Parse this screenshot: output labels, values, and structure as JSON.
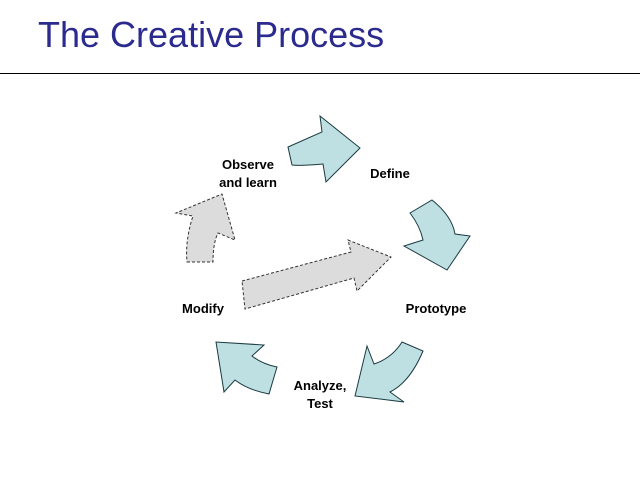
{
  "slide": {
    "title": "The Creative Process"
  },
  "stages": {
    "observe": {
      "line1": "Observe",
      "line2": "and learn"
    },
    "define": "Define",
    "prototype": "Prototype",
    "analyze": {
      "line1": "Analyze,",
      "line2": "Test"
    },
    "modify": "Modify"
  },
  "colors": {
    "title": "#2b2b8f",
    "arrow_fill": "#bfe0e3",
    "arrow_stroke": "#1a3a40",
    "dashed_fill": "#dcdcdc",
    "dashed_stroke": "#333333"
  }
}
